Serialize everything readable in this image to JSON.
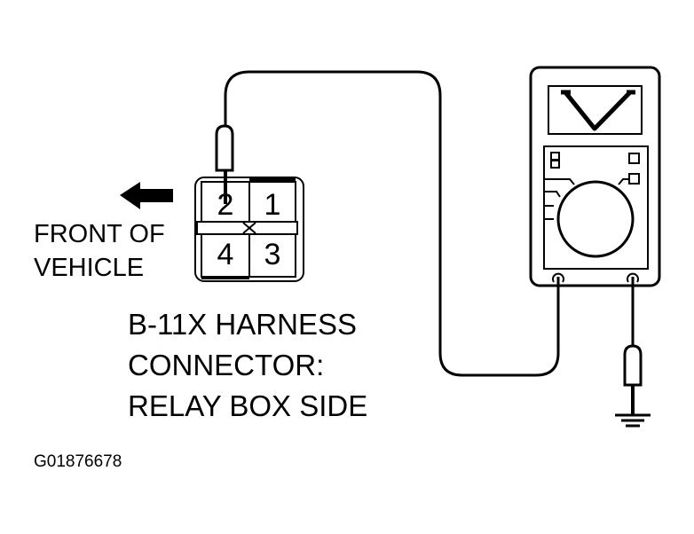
{
  "diagram": {
    "front_label": {
      "line1": "FRONT OF",
      "line2": "VEHICLE"
    },
    "connector": {
      "pins": {
        "p1": "1",
        "p2": "2",
        "p3": "3",
        "p4": "4"
      },
      "center_mark": "x",
      "caption": {
        "line1": "B-11X HARNESS",
        "line2": "CONNECTOR:",
        "line3": "RELAY BOX SIDE"
      }
    },
    "meter": {
      "display_symbol": "V",
      "mode": "voltmeter"
    },
    "figure_id": "G01876678",
    "icons": [
      "arrow-left-icon",
      "probe-icon",
      "multimeter-icon",
      "ground-icon"
    ],
    "colors": {
      "stroke": "#000000",
      "background": "#ffffff"
    }
  }
}
